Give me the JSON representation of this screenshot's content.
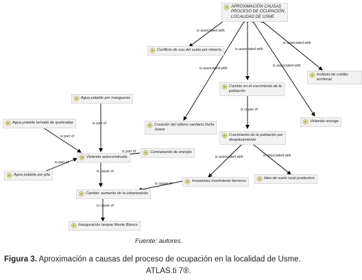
{
  "diagram": {
    "nodes": {
      "aproximacion": "APROXIMACIÓN CAUSAS\nPROCESO DE OCUPACIÓN,\nLOCALIDAD DE USME",
      "conflicto": "Conflicto de uso del suelo por minería",
      "instituto": "Instituto de crédito territorial",
      "cambio_crecimiento": "Cambio en el crecimiento de la\npoblación",
      "agua_mangueras": "Agua potable por mangueras",
      "agua_quebradas": "Agua potable tomada de quebradas",
      "creacion_relleno": "Creación del relleno sanitario Doña\nJuana",
      "vivienda_resurge": "Vivienda resurge",
      "crecimiento_desplazamiento": "Crecimiento de la población por\ndesplazamiento",
      "vivienda_autoconstruida": "Vivienda autoconstruida",
      "contrabando": "Contrabando de energía",
      "agua_pila": "Agua potable por pila",
      "invasiones": "Invasiones movimiento tierreros",
      "idea_suelo": "Idea de suelo rural productivo",
      "cambio_urbanizacion": "Cambio: aumento de la urbanización",
      "inauguracion": "Inauguración tanque Monte Blanco"
    },
    "edge_labels": {
      "assoc_1": "is associated with",
      "assoc_2": "is associated with",
      "assoc_3": "is associated with",
      "assoc_4": "is associated with",
      "assoc_5": "is associated with",
      "assoc_6": "is associated with",
      "assoc_7": "is associated with",
      "cause_1": "is cause of",
      "cause_2": "is cause of",
      "cause_3": "is cause of",
      "cause_4": "is cause of",
      "part_1": "is part of",
      "part_2": "is part of",
      "part_3": "is part of",
      "part_4": "is part of"
    }
  },
  "source": "Fuente: autores.",
  "caption": {
    "label": "Figura 3.",
    "text": " Aproximación a causas del proceso de ocupación en la localidad de Usme.",
    "line2": "ATLAS.ti 7®."
  },
  "colors": {
    "node_bg": "#f2f2f2",
    "edge": "#000000",
    "icon": "#c8c800"
  }
}
